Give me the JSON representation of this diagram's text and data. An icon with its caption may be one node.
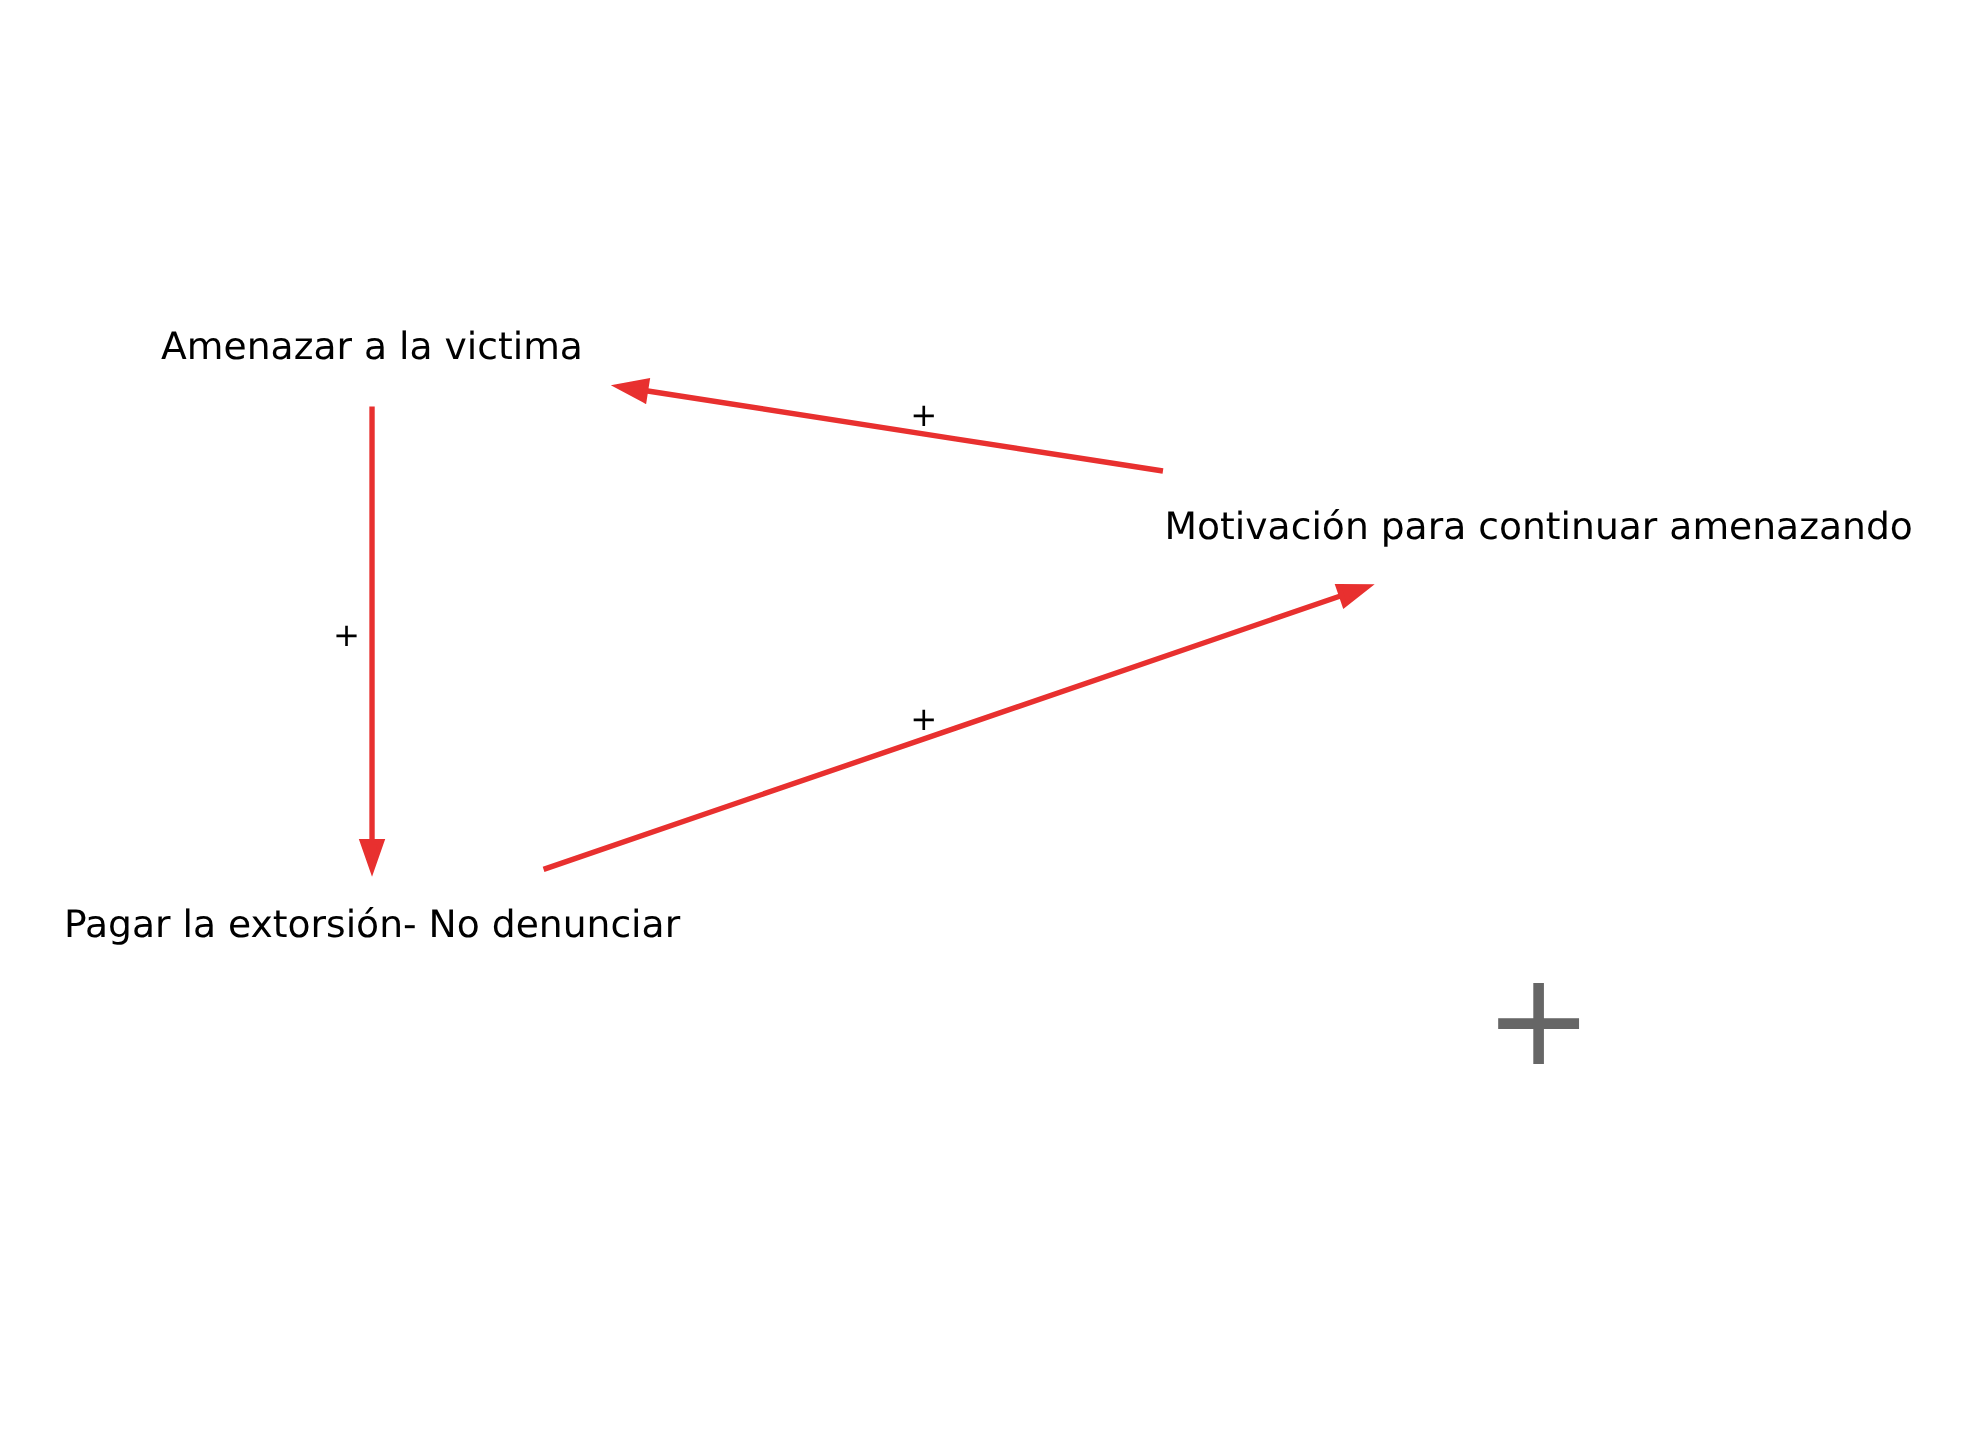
{
  "diagram": {
    "nodes": [
      {
        "text": [
          "Pagar la extorsión- No denunciar"
        ]
      },
      {
        "text": [
          "Motivación para continuar amenazando"
        ]
      },
      {
        "text": [
          "Amenazar a la victima"
        ]
      }
    ],
    "edges": [
      {
        "from": 0,
        "to": 1,
        "arrow": "to",
        "label": "+"
      },
      {
        "from": 1,
        "to": 2,
        "arrow": "to",
        "label": "+"
      },
      {
        "from": 2,
        "to": 0,
        "arrow": "to",
        "label": "+"
      }
    ],
    "labels": [
      "+"
    ]
  }
}
